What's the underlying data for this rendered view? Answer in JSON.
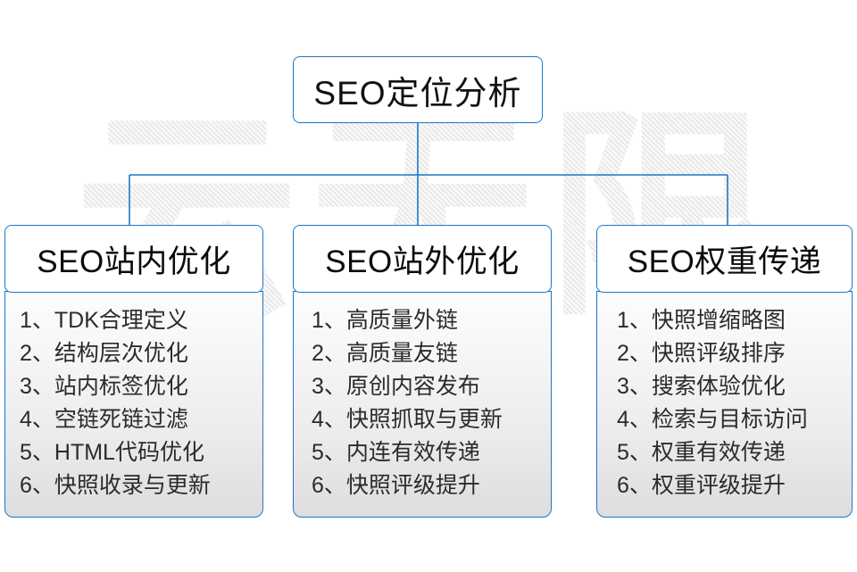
{
  "diagram": {
    "watermark_text": "云无限",
    "accent_color": "#1b78c8",
    "root": {
      "title": "SEO定位分析"
    },
    "branches": [
      {
        "id": "onsite",
        "header": "SEO站内优化",
        "items": [
          {
            "num": "1、",
            "text": "TDK合理定义"
          },
          {
            "num": "2、",
            "text": "结构层次优化"
          },
          {
            "num": "3、",
            "text": "站内标签优化"
          },
          {
            "num": "4、",
            "text": "空链死链过滤"
          },
          {
            "num": "5、",
            "text": "HTML代码优化"
          },
          {
            "num": "6、",
            "text": "快照收录与更新"
          }
        ]
      },
      {
        "id": "offsite",
        "header": "SEO站外优化",
        "items": [
          {
            "num": "1、",
            "text": "高质量外链"
          },
          {
            "num": "2、",
            "text": "高质量友链"
          },
          {
            "num": "3、",
            "text": "原创内容发布"
          },
          {
            "num": "4、",
            "text": "快照抓取与更新"
          },
          {
            "num": "5、",
            "text": "内连有效传递"
          },
          {
            "num": "6、",
            "text": "快照评级提升"
          }
        ]
      },
      {
        "id": "weight",
        "header": "SEO权重传递",
        "items": [
          {
            "num": "1、",
            "text": "快照增缩略图"
          },
          {
            "num": "2、",
            "text": "快照评级排序"
          },
          {
            "num": "3、",
            "text": "搜索体验优化"
          },
          {
            "num": "4、",
            "text": "检索与目标访问"
          },
          {
            "num": "5、",
            "text": "权重有效传递"
          },
          {
            "num": "6、",
            "text": "权重评级提升"
          }
        ]
      }
    ]
  }
}
